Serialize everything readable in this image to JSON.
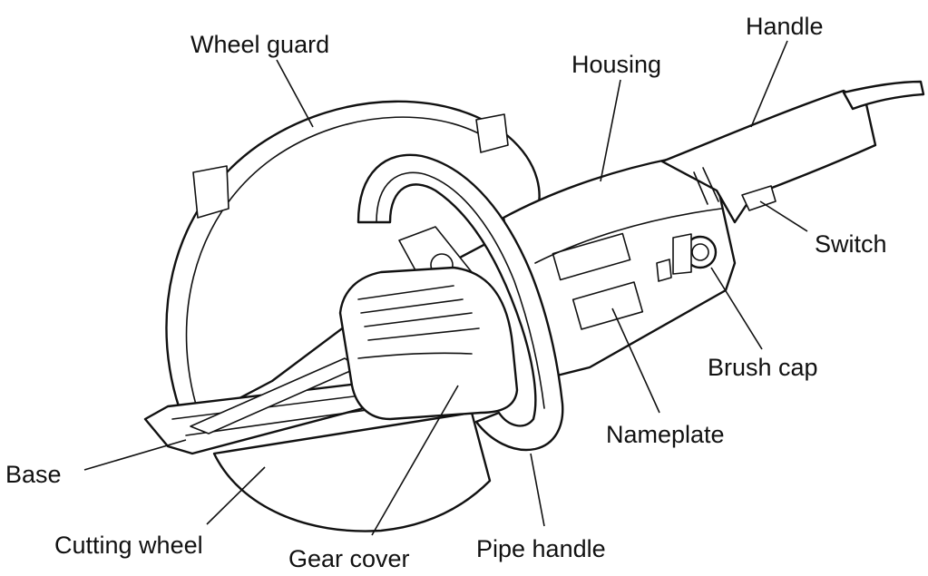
{
  "labels": {
    "wheel_guard": "Wheel guard",
    "housing": "Housing",
    "handle": "Handle",
    "switch": "Switch",
    "brush_cap": "Brush cap",
    "nameplate": "Nameplate",
    "base": "Base",
    "cutting_wheel": "Cutting wheel",
    "gear_cover": "Gear cover",
    "pipe_handle": "Pipe handle"
  }
}
